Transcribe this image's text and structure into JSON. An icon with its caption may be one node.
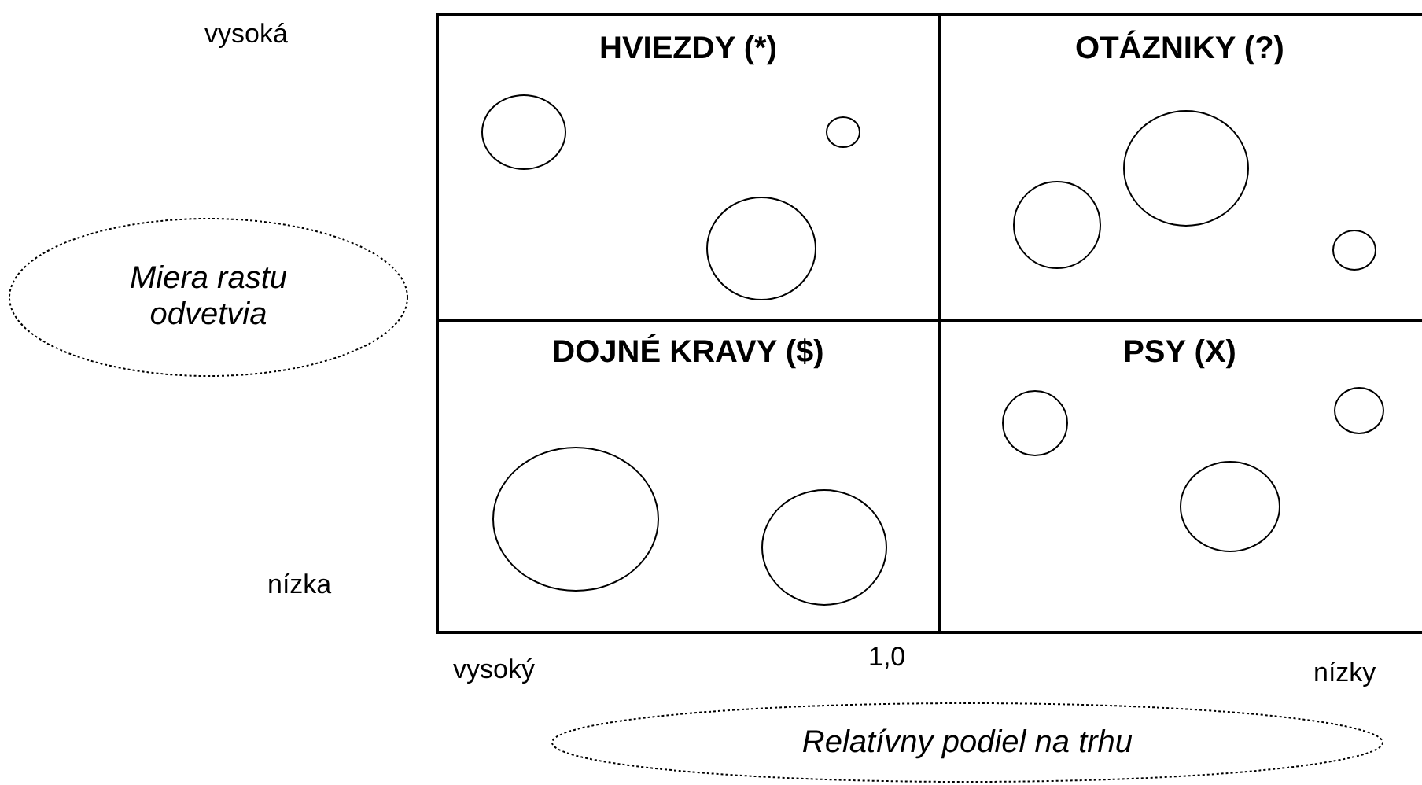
{
  "diagram": {
    "nodes": [
      {
        "text": [
          "HVIEZDY (*)"
        ]
      },
      {
        "text": [
          "OTÁZNIKY (?)"
        ]
      },
      {
        "text": [
          "DOJNÉ KRAVY ($)"
        ]
      },
      {
        "text": [
          "PSY (X)"
        ]
      },
      {
        "text": [],
        "shape": "circle",
        "in": 0
      },
      {
        "text": [],
        "shape": "circle",
        "in": 0
      },
      {
        "text": [],
        "shape": "circle",
        "in": 0
      },
      {
        "text": [],
        "shape": "circle",
        "in": 1
      },
      {
        "text": [],
        "shape": "circle",
        "in": 1
      },
      {
        "text": [],
        "shape": "circle",
        "in": 1
      },
      {
        "text": [],
        "shape": "circle",
        "in": 2
      },
      {
        "text": [],
        "shape": "circle",
        "in": 2
      },
      {
        "text": [],
        "shape": "circle",
        "in": 3
      },
      {
        "text": [],
        "shape": "circle",
        "in": 3
      },
      {
        "text": [],
        "shape": "circle",
        "in": 3
      },
      {
        "text": [
          "Miera rastu odvetvia"
        ]
      },
      {
        "text": [
          "Relatívny podiel na trhu"
        ]
      }
    ],
    "labels": [
      "vysoká",
      "nízka",
      "vysoký",
      "1,0",
      "nízky"
    ]
  }
}
